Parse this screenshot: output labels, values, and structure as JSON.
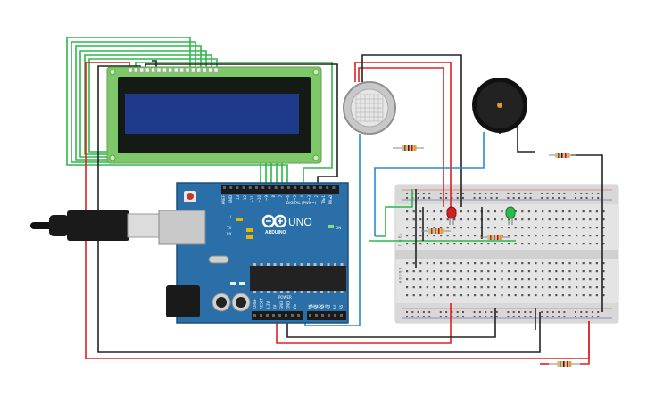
{
  "arduino": {
    "brand": "ARDUINO",
    "model": "UNO",
    "digital_label": "DIGITAL (PWM~)",
    "analog_label": "ANALOG IN",
    "power_label": "POWER",
    "on_label": "ON",
    "led_l": "L",
    "led_tx": "TX",
    "led_rx": "RX",
    "aref": "AREF",
    "gnd": "GND",
    "pin_13": "13",
    "pin_12": "12",
    "pin_11": "~11",
    "pin_10": "~10",
    "pin_9": "~9",
    "pin_8": "8",
    "pin_7": "7",
    "pin_6": "~6",
    "pin_5": "~5",
    "pin_4": "4",
    "pin_3": "~3",
    "pin_2": "2",
    "pin_tx1": "TX▸1",
    "pin_rx0": "RX◂0",
    "ioref": "IOREF",
    "reset": "RESET",
    "v33": "3.3V",
    "v5": "5V",
    "vin": "Vin",
    "a0": "A0",
    "a1": "A1",
    "a2": "A2",
    "a3": "A3",
    "a4": "A4",
    "a5": "A5"
  },
  "breadboard": {
    "row_letters_top": "a b c d e",
    "row_letters_bottom": "f g h i j"
  },
  "colors": {
    "wire_green": "#2db84b",
    "wire_red": "#e02020",
    "wire_black": "#222222",
    "wire_blue": "#2a8ad0",
    "arduino_blue": "#2a6fa8",
    "lcd_green": "#7ec86a",
    "lcd_screen": "#1f3a8a"
  }
}
